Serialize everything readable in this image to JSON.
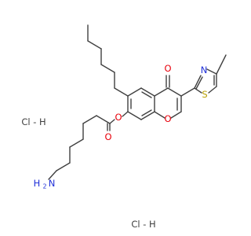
{
  "molecule": {
    "labels": {
      "ring_oxygen": "O",
      "ketone_oxygen": "O",
      "ester_oxygen": "O",
      "carbonyl_oxygen": "O",
      "thiazole_nitrogen": "N",
      "thiazole_sulfur": "S",
      "amine_h": "H",
      "amine_n": "N",
      "amine_h2": "2"
    },
    "salts": [
      {
        "text": "Cl - H"
      },
      {
        "text": "Cl - H"
      }
    ],
    "colors": {
      "bond": "#404040",
      "oxygen": "#e8000b",
      "nitrogen": "#2030d8",
      "sulfur": "#b8a000",
      "text": "#404040"
    }
  }
}
